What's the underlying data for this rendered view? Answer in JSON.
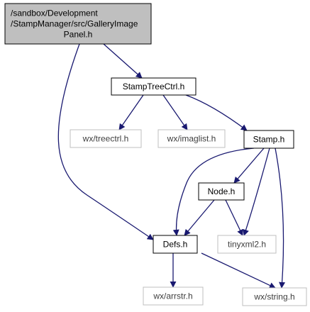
{
  "colors": {
    "edge": "#191970",
    "root_fill": "#bfbfbf",
    "root_border": "#000000",
    "node_border": "#000000",
    "external_border": "#bfbfbf",
    "text": "#000000",
    "external_text": "#3f3f3f"
  },
  "nodes": [
    {
      "id": "root",
      "lines": [
        "/sandbox/Development",
        "/StampManager/src/GalleryImage",
        "Panel.h"
      ],
      "kind": "root"
    },
    {
      "id": "stamptreectrl",
      "lines": [
        "StampTreeCtrl.h"
      ],
      "kind": "normal"
    },
    {
      "id": "treectrl",
      "lines": [
        "wx/treectrl.h"
      ],
      "kind": "external"
    },
    {
      "id": "imaglist",
      "lines": [
        "wx/imaglist.h"
      ],
      "kind": "external"
    },
    {
      "id": "stamp",
      "lines": [
        "Stamp.h"
      ],
      "kind": "normal"
    },
    {
      "id": "node",
      "lines": [
        "Node.h"
      ],
      "kind": "normal"
    },
    {
      "id": "defs",
      "lines": [
        "Defs.h"
      ],
      "kind": "normal"
    },
    {
      "id": "tinyxml2",
      "lines": [
        "tinyxml2.h"
      ],
      "kind": "external"
    },
    {
      "id": "arrstr",
      "lines": [
        "wx/arrstr.h"
      ],
      "kind": "external"
    },
    {
      "id": "string",
      "lines": [
        "wx/string.h"
      ],
      "kind": "external"
    }
  ],
  "edges": [
    {
      "from": "root",
      "to": "stamptreectrl"
    },
    {
      "from": "root",
      "to": "defs"
    },
    {
      "from": "stamptreectrl",
      "to": "treectrl"
    },
    {
      "from": "stamptreectrl",
      "to": "imaglist"
    },
    {
      "from": "stamptreectrl",
      "to": "stamp"
    },
    {
      "from": "stamp",
      "to": "defs"
    },
    {
      "from": "stamp",
      "to": "node"
    },
    {
      "from": "stamp",
      "to": "tinyxml2"
    },
    {
      "from": "stamp",
      "to": "string"
    },
    {
      "from": "node",
      "to": "defs"
    },
    {
      "from": "node",
      "to": "tinyxml2"
    },
    {
      "from": "defs",
      "to": "arrstr"
    },
    {
      "from": "defs",
      "to": "string"
    }
  ]
}
